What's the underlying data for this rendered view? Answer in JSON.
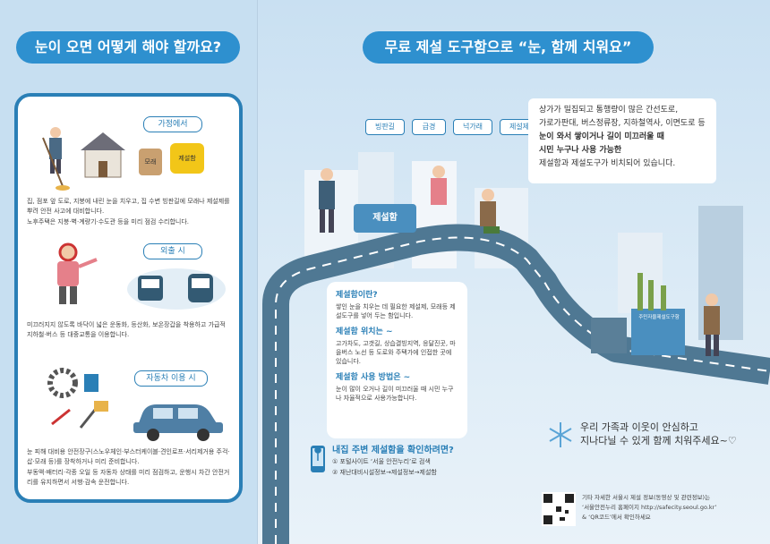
{
  "left_panel": {
    "header": "눈이 오면 어떻게 해야 할까요?",
    "home": {
      "label": "가정에서",
      "bags": [
        "모래",
        "제설함"
      ],
      "bullets": [
        "집, 점포 앞 도로, 지붕에 내린 눈을 치우고, 집 수변 빙판길에 모래나 제설제를 뿌려 안전 사고에 대비합니다.",
        "노후주택은 지붕·벽·계량기·수도관 등을 미리 점검 수리합니다."
      ]
    },
    "outing": {
      "label": "외출 시",
      "bullet": "미끄러지지 않도록 바닥이 넓은 운동화, 등산화, 보온장갑을 착용하고 가급적 지하철·버스 등 대중교통을 이용합니다."
    },
    "driving": {
      "label": "자동차 이용 시",
      "bullets": [
        "눈 피해 대비용 안전장구(스노우체인·부스터케이블·견인로프·서리제거용 주걱·삽·모래 등)를 장착하거나 미리 준비합니다.",
        "부동액·배터리·각종 오일 등 자동차 상태를 미리 점검하고, 운행시 차간 안전거리를 유지하면서 서행·감속 운전합니다."
      ]
    }
  },
  "right_panel": {
    "header": "무료 제설 도구함으로 “눈, 함께 치워요”",
    "signs": [
      "빙판길",
      "급경",
      "넉가래",
      "제설제"
    ],
    "snow_box_label": "제설함",
    "shelf_label": "주민자율제설도구함",
    "info_lines": [
      {
        "text": "상가가 밀집되고 통행량이 많은 간선도로,",
        "bold": false
      },
      {
        "text": "가로가판대, 버스정류장, 지하철역사, 이면도로 등",
        "bold": false
      },
      {
        "text": "눈이 와서 쌓이거나 길이 미끄러울 때",
        "bold": true
      },
      {
        "text": "시민 누구나 사용 가능한",
        "bold": true
      },
      {
        "text": "제설함과 제설도구가 비치되어 있습니다.",
        "bold": false
      }
    ],
    "qna": [
      {
        "q": "제설함이란?",
        "a": "쌓인 눈을 치우는 데 필요한 제설제, 모래등 제설도구를 넣어 두는 함입니다."
      },
      {
        "q": "제설함 위치는 ~",
        "a": "고가차도, 고갯길, 상습결빙지역, 응달진곳, 마을버스 노선 등 도로와 주택가에 인접한 곳에 있습니다."
      },
      {
        "q": "제설함 사용 방법은 ~",
        "a": "눈이 많이 오거나 길이 미끄러울 때 시민 누구나 자율적으로 사용가능합니다."
      }
    ],
    "find": {
      "title": "내집 주변 제설함을 확인하려면?",
      "steps": [
        "① 포털사이트 ‘서울 안전누리’로 검색",
        "② 재난대비시설정보→제설정보→제설함"
      ]
    },
    "family_msg": [
      "우리 가족과 이웃이 안심하고",
      "지나다닐 수 있게 함께 치워주세요~♡"
    ],
    "qr_text": [
      "기타 자세한 서울시 제설 정보(동영상 및 관련정보)는",
      "‘서울안전누리 홈페이지 http://safecity.seoul.go.kr’",
      "& ‘QR코드’에서 확인하세요"
    ]
  },
  "colors": {
    "accent": "#2e90cf",
    "dark_blue": "#2a7fb6",
    "road": "#4f7893",
    "bg": "#c7dff1"
  }
}
